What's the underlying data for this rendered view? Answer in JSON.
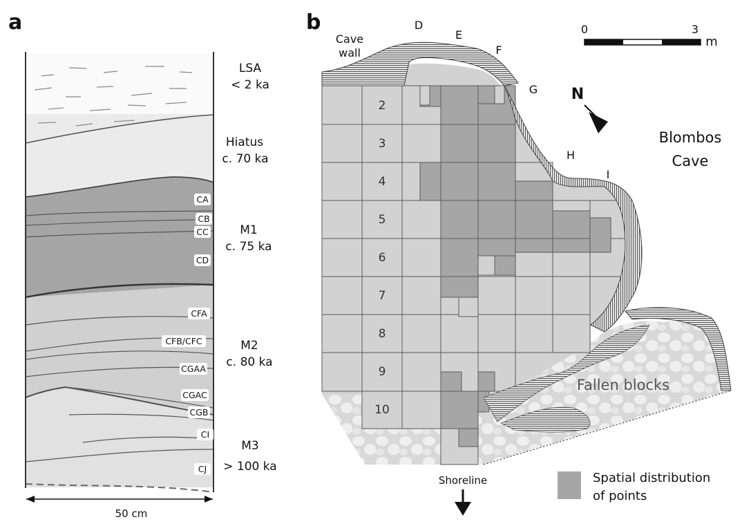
{
  "panel_a": {
    "label": "a",
    "scale_label": "50 cm",
    "eras": [
      {
        "line1": "LSA",
        "line2": "< 2 ka"
      },
      {
        "line1": "Hiatus",
        "line2": "c. 70 ka"
      },
      {
        "line1": "M1",
        "line2": "c. 75 ka"
      },
      {
        "line1": "M2",
        "line2": "c. 80 ka"
      },
      {
        "line1": "M3",
        "line2": "> 100 ka"
      }
    ],
    "layers": [
      "CA",
      "CB",
      "CC",
      "CD",
      "CFA",
      "CFB/CFC",
      "CGAA",
      "CGAC",
      "CGB",
      "CI",
      "CJ"
    ]
  },
  "panel_b": {
    "label": "b",
    "cave_wall_line1": "Cave",
    "cave_wall_line2": "wall",
    "scale_start": "0",
    "scale_end": "3",
    "scale_unit": "m",
    "north": "N",
    "site_line1": "Blombos",
    "site_line2": "Cave",
    "fallen_blocks": "Fallen blocks",
    "shoreline": "Shoreline",
    "columns": [
      "D",
      "E",
      "F",
      "G",
      "H",
      "I"
    ],
    "rows": [
      "2",
      "3",
      "4",
      "5",
      "6",
      "7",
      "8",
      "9",
      "10"
    ],
    "legend_line1": "Spatial distribution",
    "legend_line2": "of points",
    "colors": {
      "square": "#d2d2d2",
      "point": "#a6a6a6",
      "grid": "#5a5a5a"
    }
  }
}
